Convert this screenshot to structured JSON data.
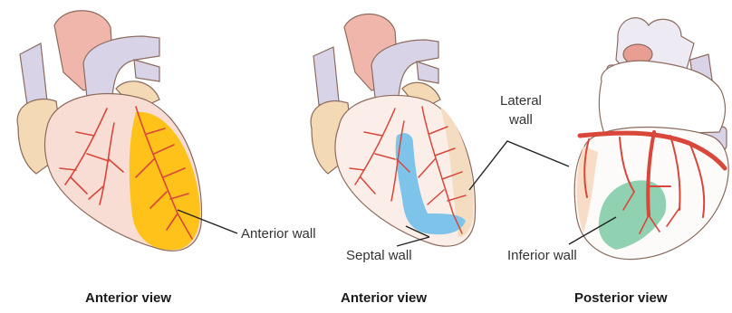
{
  "labels": {
    "anterior_wall": "Anterior wall",
    "septal_wall": "Septal wall",
    "lateral_wall_line1": "Lateral",
    "lateral_wall_line2": "wall",
    "inferior_wall": "Inferior wall"
  },
  "captions": {
    "left": "Anterior view",
    "middle": "Anterior view",
    "right": "Posterior view"
  },
  "colors": {
    "anterior_wall": "#ffc21a",
    "septal_wall": "#7ec4ea",
    "inferior_wall": "#8fd1b1",
    "coronary": "#d8473a",
    "myocardium": "#f8ddd4",
    "vessel": "#d9d3e8"
  }
}
